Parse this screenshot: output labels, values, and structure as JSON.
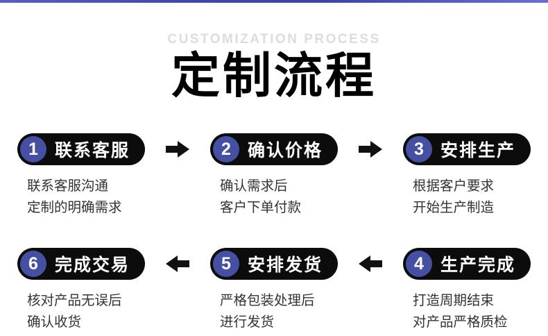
{
  "page": {
    "eyebrow": "CUSTOMIZATION PROCESS",
    "title": "定制流程"
  },
  "colors": {
    "badge_bg": "#0c0c0c",
    "badge_text": "#ffffff",
    "number_circle": "#4650a2",
    "description": "#333333",
    "eyebrow_text": "#dcdcdc",
    "arrow": "#111111"
  },
  "rows": [
    {
      "direction": "right",
      "steps": [
        {
          "number": "1",
          "label": "联系客服",
          "desc_line1": "联系客服沟通",
          "desc_line2": "定制的明确需求"
        },
        {
          "number": "2",
          "label": "确认价格",
          "desc_line1": "确认需求后",
          "desc_line2": "客户下单付款"
        },
        {
          "number": "3",
          "label": "安排生产",
          "desc_line1": "根据客户要求",
          "desc_line2": "开始生产制造"
        }
      ]
    },
    {
      "direction": "left",
      "steps": [
        {
          "number": "6",
          "label": "完成交易",
          "desc_line1": "核对产品无误后",
          "desc_line2": "确认收货"
        },
        {
          "number": "5",
          "label": "安排发货",
          "desc_line1": "严格包装处理后",
          "desc_line2": "进行发货"
        },
        {
          "number": "4",
          "label": "生产完成",
          "desc_line1": "打造周期结束",
          "desc_line2": "对产品严格质检"
        }
      ]
    }
  ]
}
